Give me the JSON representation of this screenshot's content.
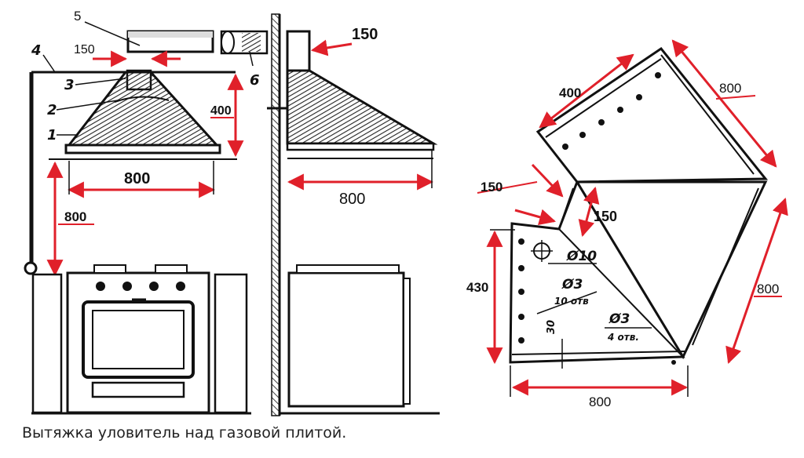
{
  "caption": "Вытяжка уловитель над газовой плитой.",
  "colors": {
    "dimension": "#e0202a",
    "ink": "#111111",
    "hatch": "#333333"
  },
  "front_view": {
    "callouts": [
      "1",
      "2",
      "3",
      "4",
      "5",
      "6"
    ],
    "pipe_width": "150",
    "hood_height": "400",
    "hood_width": "800",
    "clearance": "800"
  },
  "side_view": {
    "pipe_width": "150",
    "hood_depth": "800"
  },
  "pattern": {
    "side_400": "400",
    "side_800_top": "800",
    "side_150_outer": "150",
    "side_150_inner": "150",
    "side_430": "430",
    "side_800_right": "800",
    "side_800_bottom": "800",
    "hole_d10": "Ø10",
    "hole_d3_a": "Ø3",
    "holes_a_count": "10 отв",
    "hole_d3_b": "Ø3",
    "holes_b_count": "4 отв.",
    "dim_30": "30"
  }
}
